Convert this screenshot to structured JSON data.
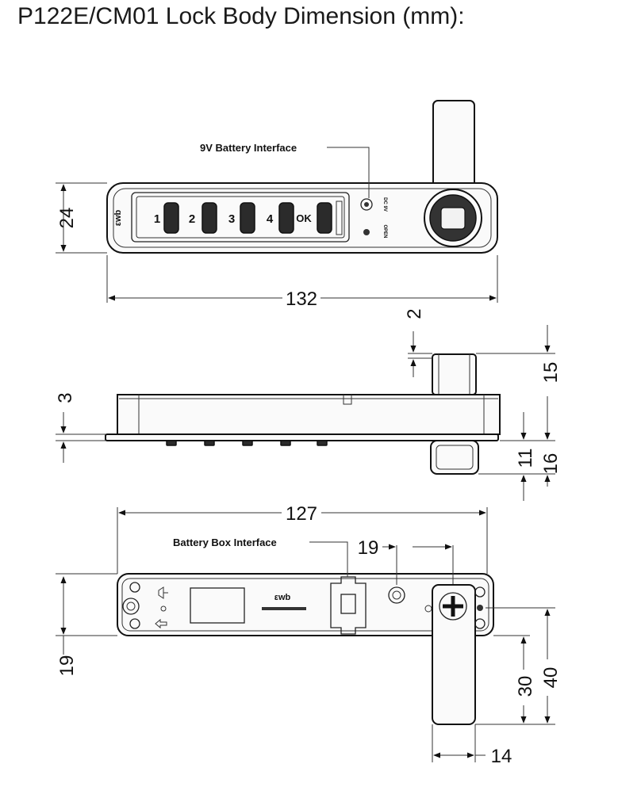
{
  "title": "P122E/CM01 Lock Body Dimension (mm):",
  "callouts": {
    "battery_9v": "9V Battery Interface",
    "battery_box": "Battery Box Interface"
  },
  "front_view": {
    "brand": "εwb",
    "keys": [
      "1",
      "2",
      "3",
      "4",
      "OK"
    ],
    "dc_label": "DC 9V",
    "open_label": "OPEN"
  },
  "back_view": {
    "brand": "εwb"
  },
  "dimensions": {
    "front_height": "24",
    "front_width": "132",
    "side_top_gap": "2",
    "side_left": "3",
    "side_right_upper": "15",
    "side_right_mid": "11",
    "side_right_lower": "16",
    "back_width": "127",
    "back_offset": "19",
    "back_left_height": "19",
    "back_handle_30": "30",
    "back_handle_40": "40",
    "handle_width": "14"
  }
}
